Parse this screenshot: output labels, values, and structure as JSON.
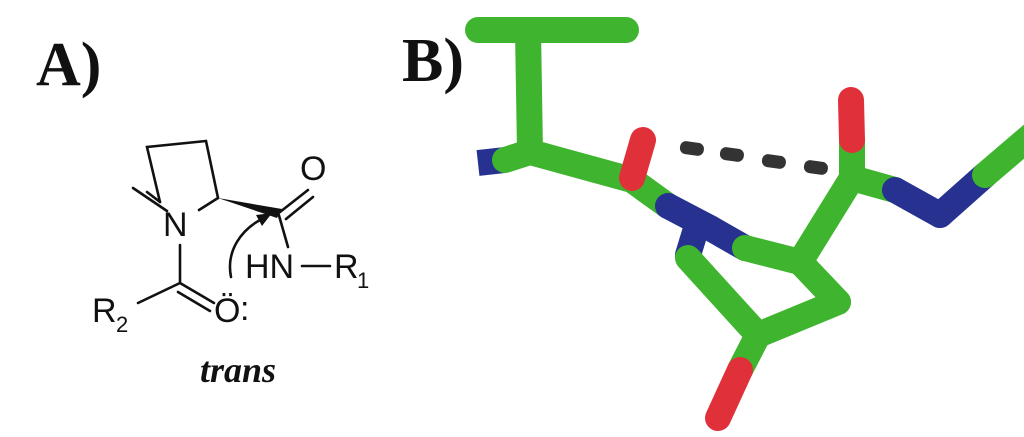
{
  "panels": {
    "a": {
      "label": "A)",
      "atoms": {
        "ring_n": "N",
        "carbonyl_o": "O",
        "amide_hn": "HN",
        "dash": "–",
        "r1": "R",
        "r1_sub": "1",
        "r2": "R",
        "r2_sub": "2",
        "lone_pair_o": "Ö",
        "lone_pair_colon": ":"
      },
      "caption": "trans"
    },
    "b": {
      "label": "B)",
      "colors": {
        "carbon": "#3fb52f",
        "nitrogen": "#27318f",
        "oxygen": "#e0303a",
        "hbond": "#333333"
      }
    }
  }
}
